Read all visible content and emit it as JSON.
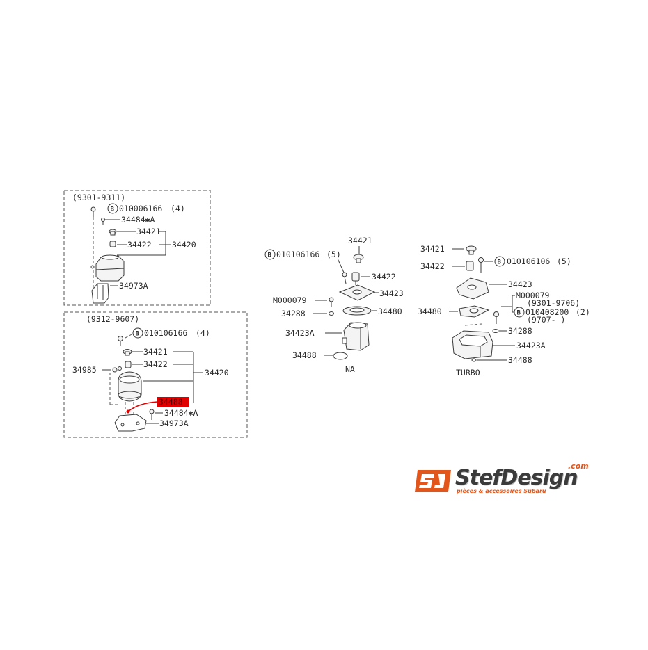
{
  "diagram": {
    "box_top": {
      "date_range": "(9301-9311)",
      "bolt_ref": "010006166",
      "bolt_qty": "(4)",
      "label_34484": "34484✱A",
      "label_34421": "34421",
      "label_34422": "34422",
      "label_34420": "34420",
      "label_34973": "34973A"
    },
    "box_bottom": {
      "date_range": "(9312-9607)",
      "bolt_ref": "010106166",
      "bolt_qty": "(4)",
      "label_34421": "34421",
      "label_34422": "34422",
      "label_34985": "34985",
      "label_34420": "34420",
      "label_34488_highlight": "34488",
      "label_34484": "34484✱A",
      "label_34973": "34973A"
    },
    "na_group": {
      "label_34421": "34421",
      "bolt_ref": "010106166",
      "bolt_qty": "(5)",
      "label_34422": "34422",
      "label_34423": "34423",
      "label_m000079": "M000079",
      "label_34480": "34480",
      "label_34288": "34288",
      "label_34423a": "34423A",
      "label_34488": "34488",
      "caption": "NA"
    },
    "turbo_group": {
      "label_34421": "34421",
      "label_34422": "34422",
      "bolt_ref": "010106106",
      "bolt_qty": "(5)",
      "label_34423": "34423",
      "label_m000079": "M000079",
      "range_1": "(9301-9706)",
      "bolt_ref_2": "010408200",
      "bolt_qty_2": "(2)",
      "range_2": "(9707-      )",
      "label_34480": "34480",
      "label_34288": "34288",
      "label_34423a": "34423A",
      "label_34488": "34488",
      "caption": "TURBO"
    },
    "circle_letter": "B"
  },
  "logo": {
    "brand": "StefDesign",
    "domain_suffix": ".com",
    "tagline": "pièces & accessoires Subaru",
    "mark": "SD"
  },
  "colors": {
    "highlight": "#e00000",
    "logo_orange": "#e2561b",
    "logo_dark": "#3b3b3b",
    "line": "#3a3a3a"
  }
}
